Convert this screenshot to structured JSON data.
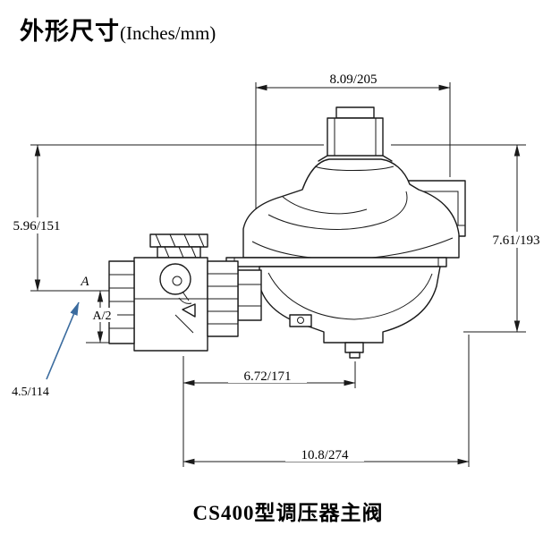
{
  "title": {
    "main": "外形尺寸",
    "suffix": "(Inches/mm)"
  },
  "caption": "CS400型调压器主阀",
  "dimensions": {
    "top_width": "8.09/205",
    "right_height": "7.61/193",
    "left_height": "5.96/151",
    "centerline_label": "A",
    "half_centerline": "A/2",
    "inlet_centerline_height": "4.5/114",
    "valve_width": "6.72/171",
    "overall_width": "10.8/274"
  },
  "colors": {
    "line": "#1a1a1a",
    "leader_arrow": "#3a6b9e",
    "background": "#ffffff"
  }
}
